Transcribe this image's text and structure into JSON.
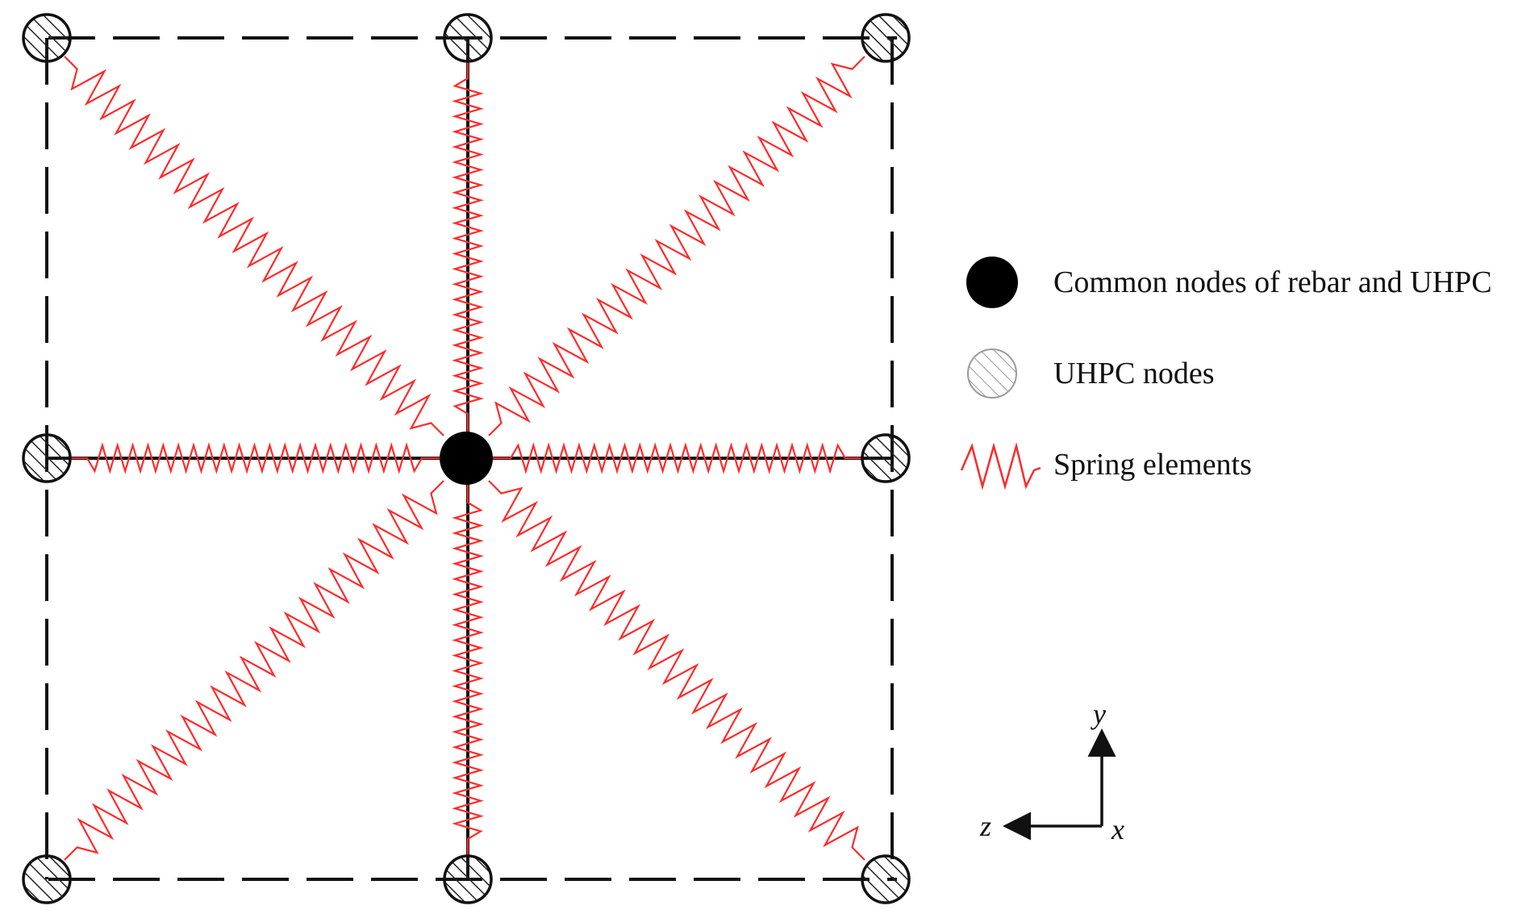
{
  "colors": {
    "frame": "#111111",
    "spring": "#ff2a2a",
    "common_node": "#000000",
    "uhpc_node_hatch": "#222222",
    "legend_uhpc_hatch": "#9a9a9a"
  },
  "legend": {
    "common_nodes": "Common nodes of rebar and UHPC",
    "uhpc_nodes": "UHPC nodes",
    "spring_elements": "Spring elements"
  },
  "axes": {
    "y": "y",
    "z": "z",
    "x": "x"
  },
  "nodes": {
    "uhpc": [
      "top-left",
      "top-middle",
      "top-right",
      "middle-left",
      "middle-right",
      "bottom-left",
      "bottom-middle",
      "bottom-right"
    ],
    "common": [
      "center"
    ]
  },
  "springs": [
    "up",
    "down",
    "left",
    "right",
    "up-left",
    "up-right",
    "down-left",
    "down-right"
  ]
}
